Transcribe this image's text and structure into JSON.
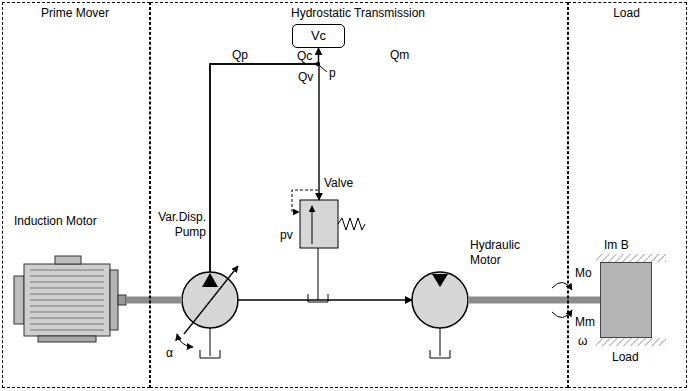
{
  "diagram": {
    "nodes": [
      {
        "text": [
          "Prime Mover"
        ]
      },
      {
        "text": [
          "Hydrostatic Transmission"
        ]
      },
      {
        "text": [
          "Load"
        ]
      },
      {
        "text": [
          "Vc"
        ],
        "in": 1
      },
      {
        "text": [
          "Induction Motor"
        ],
        "in": 0
      },
      {
        "text": [
          "Var.Disp. Pump"
        ],
        "in": 1
      },
      {
        "text": [
          "Valve"
        ],
        "in": 1
      },
      {
        "text": [
          "Hydraulic Motor"
        ],
        "in": 1
      },
      {
        "text": [
          "Im B",
          "Load"
        ],
        "in": 2
      }
    ],
    "edges": [
      {
        "from": 4,
        "to": 5,
        "arrow": "none"
      },
      {
        "from": 5,
        "to": 3,
        "arrow": "to"
      },
      {
        "from": 5,
        "to": 6,
        "arrow": "to"
      },
      {
        "from": 5,
        "to": 7,
        "arrow": "to"
      },
      {
        "from": 7,
        "to": 8,
        "arrow": "none"
      }
    ],
    "labels": [
      "Qp",
      "Qc",
      "Qv",
      "Qm",
      "p",
      "pv",
      "α",
      "Mo",
      "Mm",
      "ω"
    ]
  }
}
